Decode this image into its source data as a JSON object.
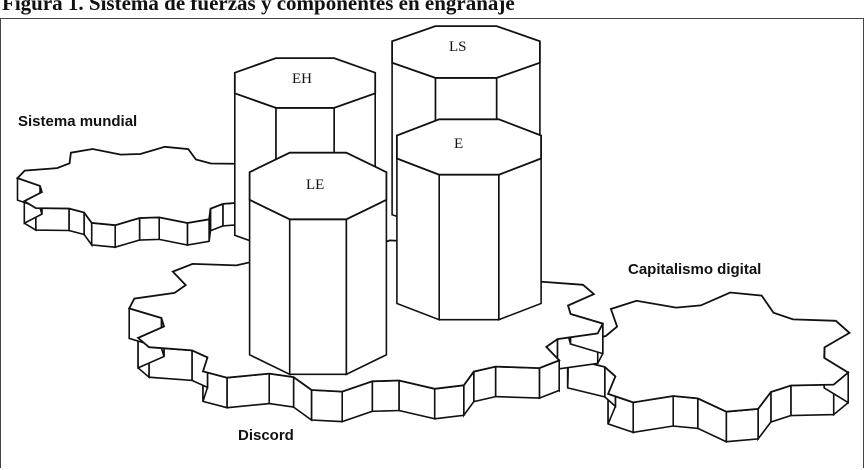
{
  "figure": {
    "caption": "Figura 1. Sistema de fuerzas y componentes en engranaje"
  },
  "gears": [
    {
      "id": "sistema-mundial",
      "label": "Sistema mundial"
    },
    {
      "id": "discord",
      "label": "Discord"
    },
    {
      "id": "capitalismo-digital",
      "label": "Capitalismo digital"
    }
  ],
  "cylinders": [
    {
      "id": "eh",
      "label": "EH"
    },
    {
      "id": "ls",
      "label": "LS"
    },
    {
      "id": "e",
      "label": "E"
    },
    {
      "id": "le",
      "label": "LE"
    }
  ],
  "colors": {
    "stroke": "#111111",
    "fill": "#ffffff",
    "background": "#ffffff"
  }
}
